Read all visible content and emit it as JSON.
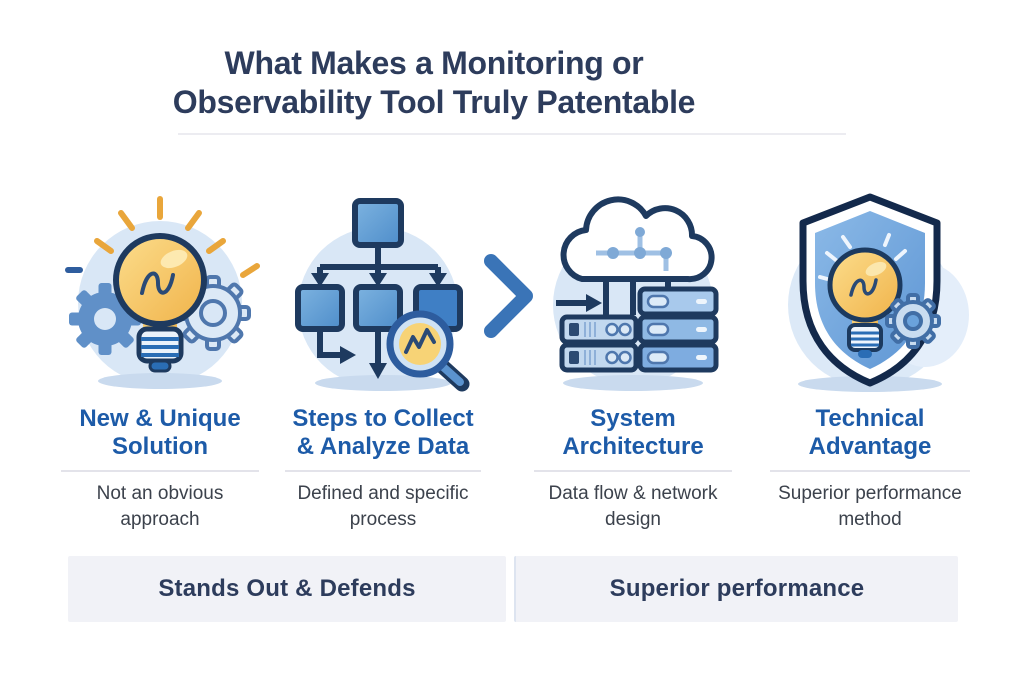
{
  "title": {
    "line1": "What Makes a Monitoring or",
    "line2": "Observability Tool Truly Patentable"
  },
  "columns": [
    {
      "icon": "lightbulb-gears-icon",
      "heading": "New & Unique Solution",
      "subtitle": "Not an obvious approach"
    },
    {
      "icon": "flowchart-magnifier-icon",
      "heading": "Steps to Collect & Analyze Data",
      "subtitle": "Defined and specific process"
    },
    {
      "icon": "cloud-servers-icon",
      "heading": "System Architecture",
      "subtitle": "Data flow & network design"
    },
    {
      "icon": "shield-lightbulb-icon",
      "heading": "Technical Advantage",
      "subtitle": "Superior performance method"
    }
  ],
  "chevron": {
    "icon": "chevron-right-icon"
  },
  "footer": {
    "left_label": "Stands Out & Defends",
    "right_label": "Superior performance"
  },
  "colors": {
    "title_text": "#2d3c5c",
    "heading_blue": "#1d5ba8",
    "subtitle_gray": "#3c424c",
    "footer_bg": "#f1f2f7",
    "icon_blob": "#d9e7f6",
    "outline_navy": "#1e3a5f",
    "accent_blue": "#5b93cf",
    "accent_yellow": "#f7cd6a",
    "chevron_blue": "#3a74b7"
  }
}
